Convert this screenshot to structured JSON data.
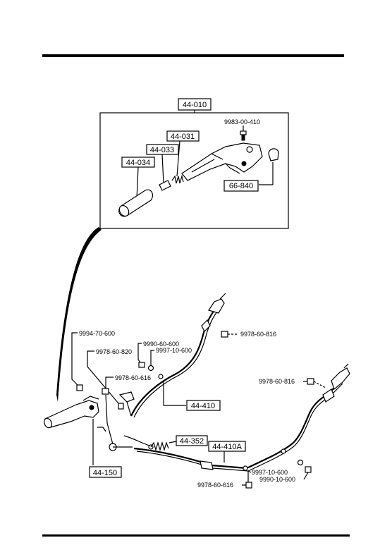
{
  "diagram": {
    "inset_parts": {
      "assembly": "44-010",
      "bolt": "9983-00-410",
      "spring": "44-031",
      "button": "44-033",
      "grip": "44-034",
      "switch": "66-840"
    },
    "parts": {
      "bolt_lever": "9994-70-600",
      "nut_lever_1": "9978-60-820",
      "washer_1": "9990-60-600",
      "pin_1": "9997-10-600",
      "clip_front": "9978-60-616",
      "bolt_front_top": "9978-60-816",
      "front_cable": "44-410",
      "bolt_right_top": "9978-60-816",
      "spring_return": "44-352",
      "rear_cable": "44-410A",
      "lever_assembly": "44-150",
      "pin_2": "9997-10-600",
      "washer_2": "9990-10-600",
      "clip_rear": "9978-60-616"
    }
  }
}
